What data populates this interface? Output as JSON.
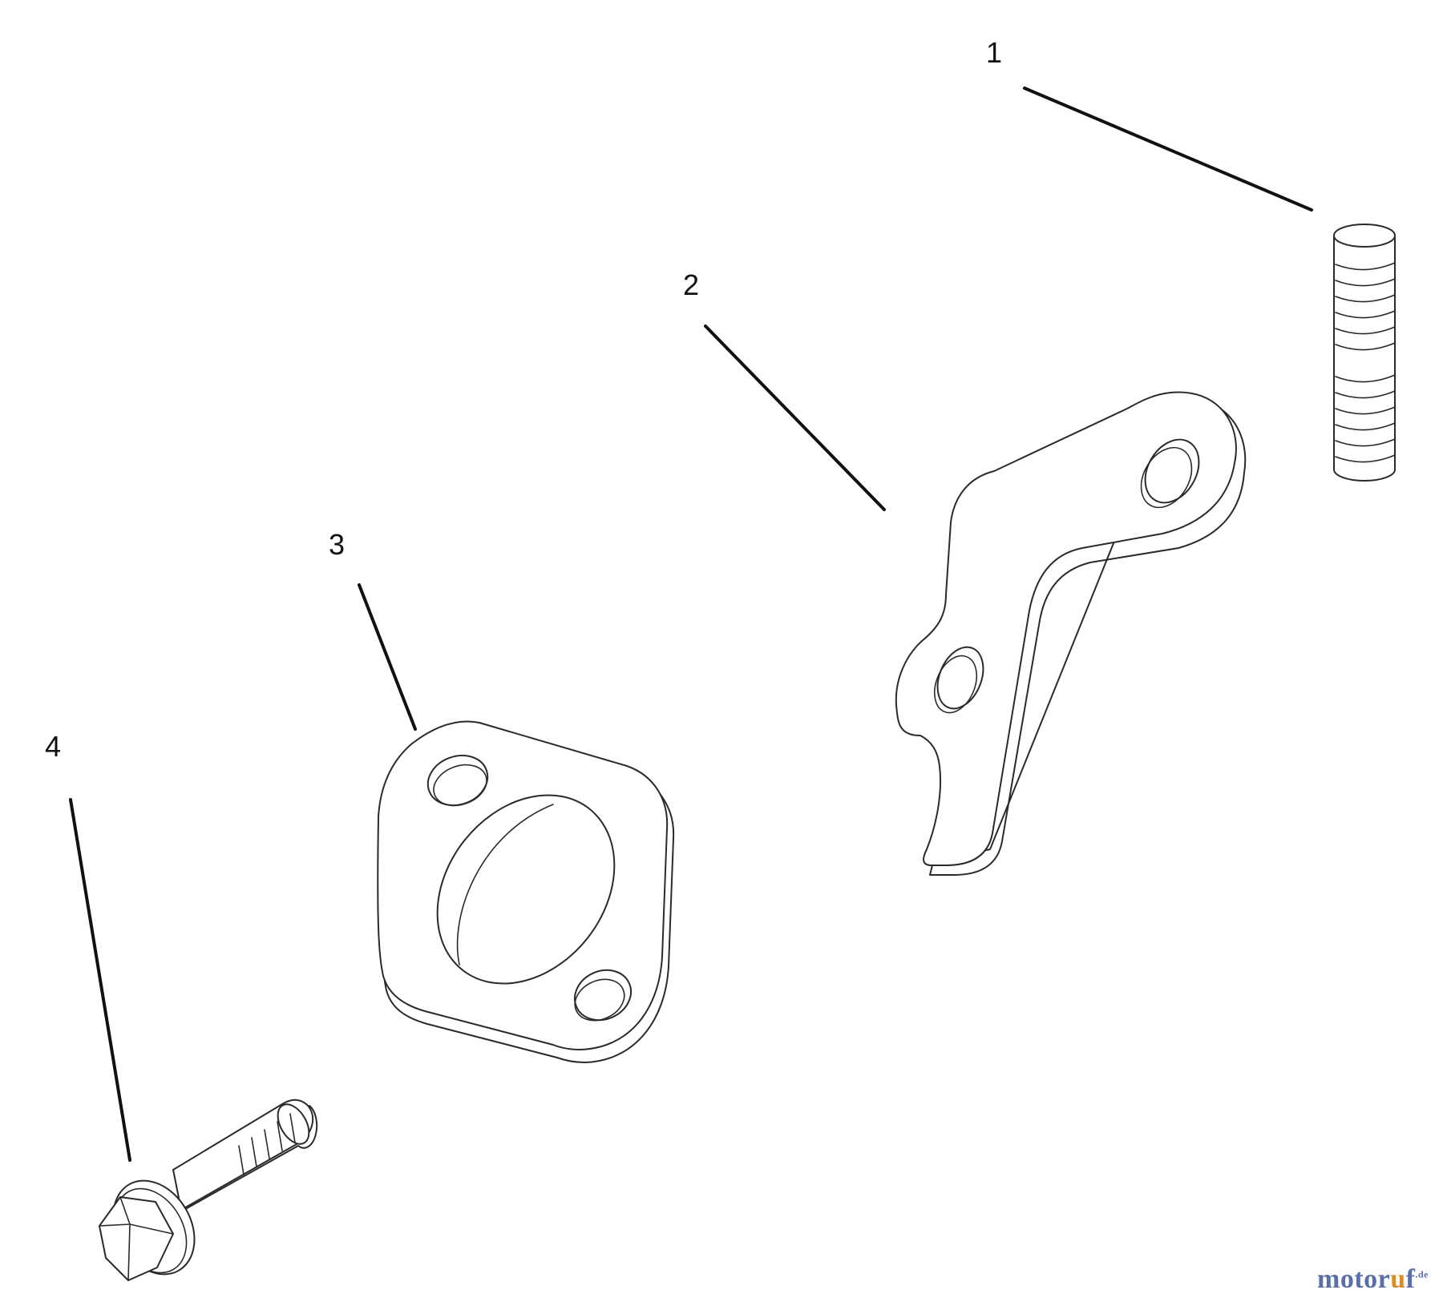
{
  "callouts": [
    {
      "id": "1",
      "label": "1"
    },
    {
      "id": "2",
      "label": "2"
    },
    {
      "id": "3",
      "label": "3"
    },
    {
      "id": "4",
      "label": "4"
    }
  ],
  "parts": [
    {
      "callout": "1",
      "name": "threaded-stud"
    },
    {
      "callout": "2",
      "name": "bracket"
    },
    {
      "callout": "3",
      "name": "flange-gasket"
    },
    {
      "callout": "4",
      "name": "hex-flange-bolt"
    }
  ],
  "watermark": {
    "main": "motor",
    "accent": "u",
    "end": "f",
    "tld": ".de"
  },
  "colors": {
    "line": "#111111",
    "watermark_blue": "#5a6fa8",
    "watermark_orange": "#d98c2b"
  }
}
